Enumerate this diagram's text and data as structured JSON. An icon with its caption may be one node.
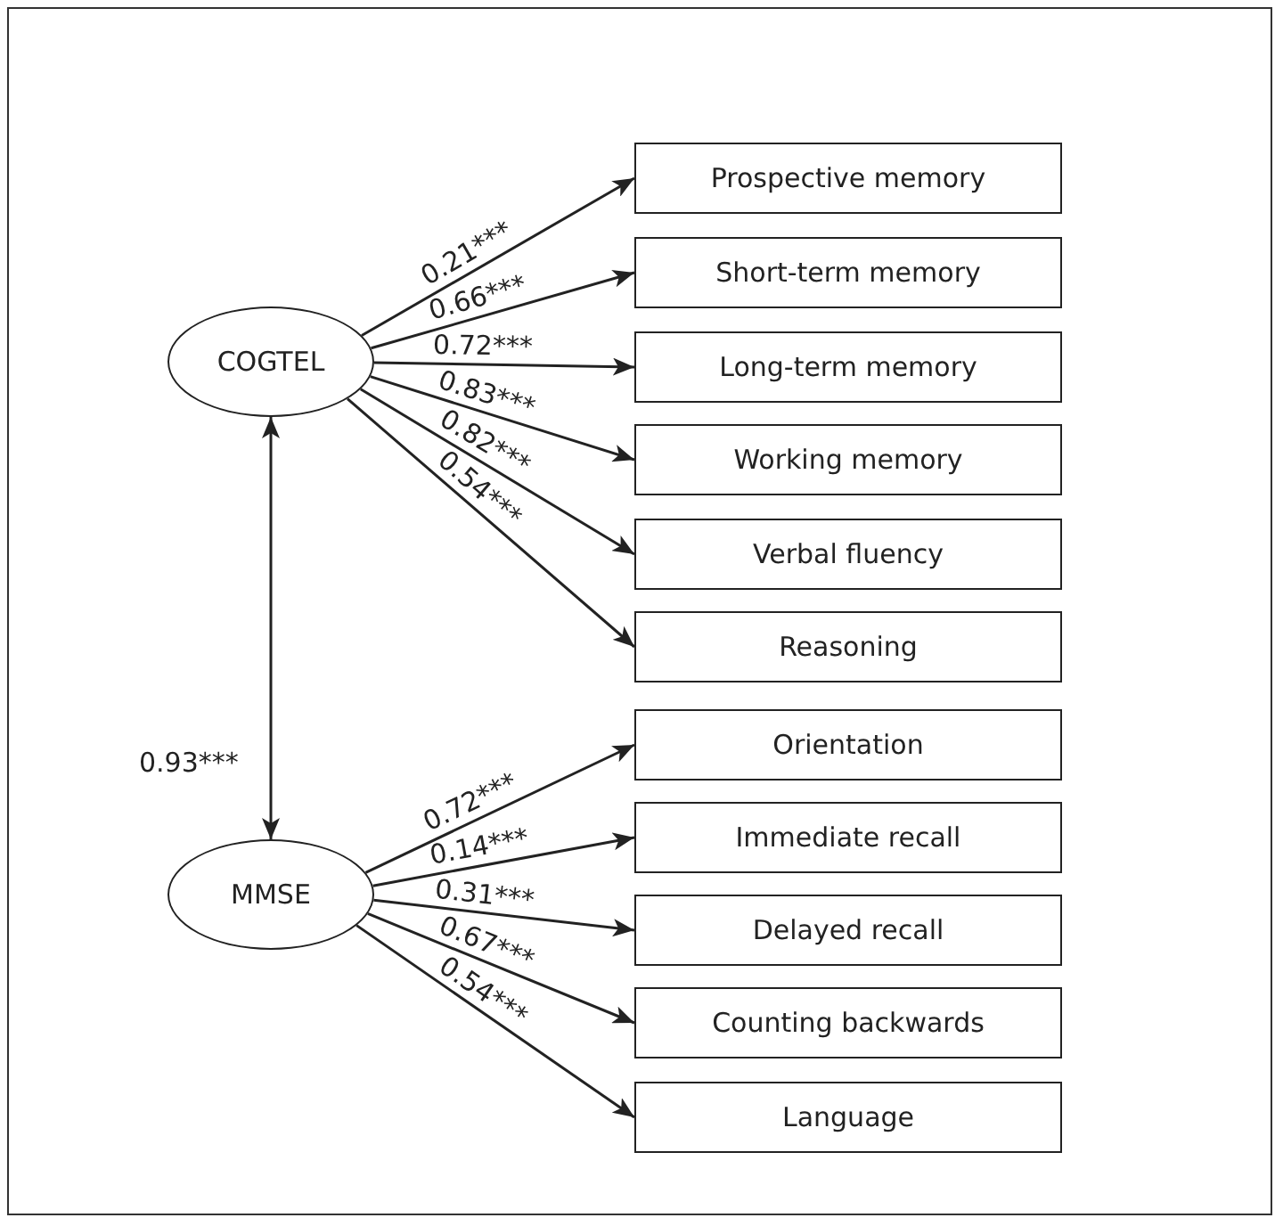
{
  "diagram": {
    "nodes": [
      {
        "text": [
          "COGTEL"
        ]
      },
      {
        "text": [
          "Prospective memory"
        ]
      },
      {
        "text": [
          "Short-term memory"
        ]
      },
      {
        "text": [
          "Long-term memory"
        ]
      },
      {
        "text": [
          "Working memory"
        ]
      },
      {
        "text": [
          "Verbal fluency"
        ]
      },
      {
        "text": [
          "Reasoning"
        ]
      },
      {
        "text": [
          "MMSE"
        ]
      },
      {
        "text": [
          "Orientation"
        ]
      },
      {
        "text": [
          "Immediate recall"
        ]
      },
      {
        "text": [
          "Delayed recall"
        ]
      },
      {
        "text": [
          "Counting backwards"
        ]
      },
      {
        "text": [
          "Language"
        ]
      }
    ],
    "edges": [
      {
        "from": 0,
        "to": 1,
        "arrow": "to",
        "label": "0.21***"
      },
      {
        "from": 0,
        "to": 2,
        "arrow": "to",
        "label": "0.66***"
      },
      {
        "from": 0,
        "to": 3,
        "arrow": "to",
        "label": "0.72***"
      },
      {
        "from": 0,
        "to": 4,
        "arrow": "to",
        "label": "0.83***"
      },
      {
        "from": 0,
        "to": 5,
        "arrow": "to",
        "label": "0.82***"
      },
      {
        "from": 0,
        "to": 6,
        "arrow": "to",
        "label": "0.54***"
      },
      {
        "from": 0,
        "to": 7,
        "arrow": "both",
        "label": "0.93***"
      },
      {
        "from": 7,
        "to": 8,
        "arrow": "to",
        "label": "0.72***"
      },
      {
        "from": 7,
        "to": 9,
        "arrow": "to",
        "label": "0.14***"
      },
      {
        "from": 7,
        "to": 10,
        "arrow": "to",
        "label": "0.31***"
      },
      {
        "from": 7,
        "to": 11,
        "arrow": "to",
        "label": "0.67***"
      },
      {
        "from": 7,
        "to": 12,
        "arrow": "to",
        "label": "0.54***"
      }
    ]
  }
}
